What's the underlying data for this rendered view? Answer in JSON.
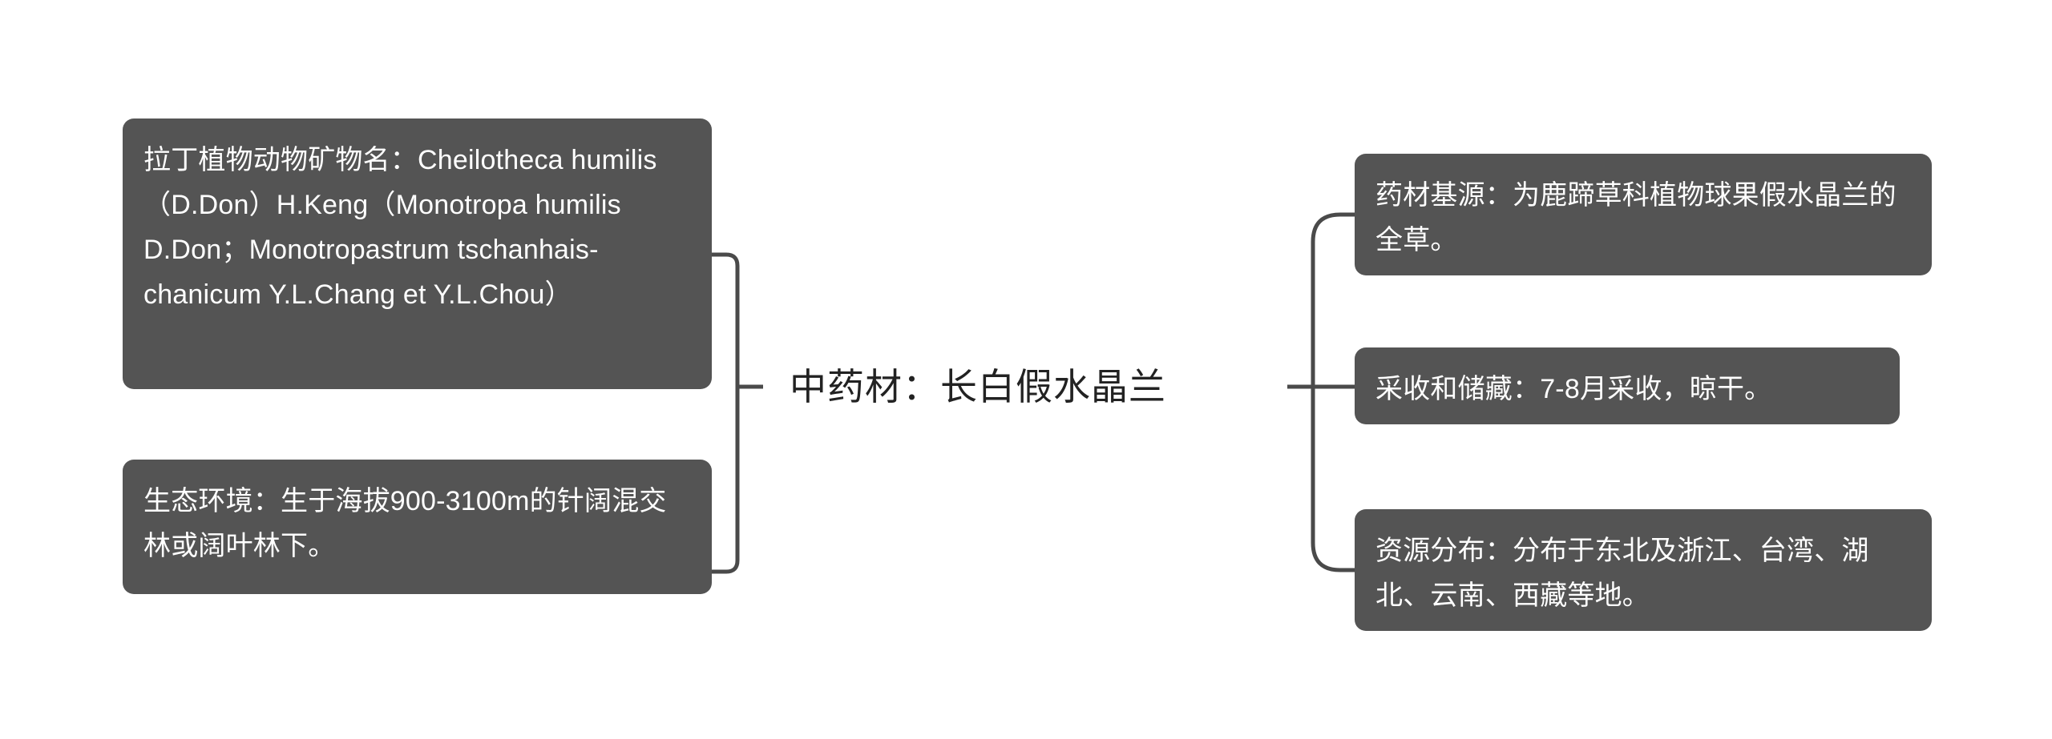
{
  "diagram": {
    "type": "mind-map",
    "orientation": "horizontal-two-sided",
    "center": {
      "label": "中药材：长白假水晶兰"
    },
    "colors": {
      "node_background": "#545454",
      "node_text": "#ffffff",
      "center_text": "#222222",
      "connector": "#4a4a4a",
      "page_background": "#ffffff"
    },
    "left_branches": [
      {
        "key": "latin_name",
        "text": "拉丁植物动物矿物名：Cheilotheca humilis（D.Don）H.Keng（Monotropa humilis D.Don；Monotropastrum tschanhais-chanicum Y.L.Chang et Y.L.Chou）"
      },
      {
        "key": "ecology",
        "text": "生态环境：生于海拔900-3100m的针阔混交林或阔叶林下。"
      }
    ],
    "right_branches": [
      {
        "key": "source",
        "text": "药材基源：为鹿蹄草科植物球果假水晶兰的全草。"
      },
      {
        "key": "harvest",
        "text": "采收和储藏：7-8月采收，晾干。"
      },
      {
        "key": "distribution",
        "text": "资源分布：分布于东北及浙江、台湾、湖北、云南、西藏等地。"
      }
    ]
  }
}
